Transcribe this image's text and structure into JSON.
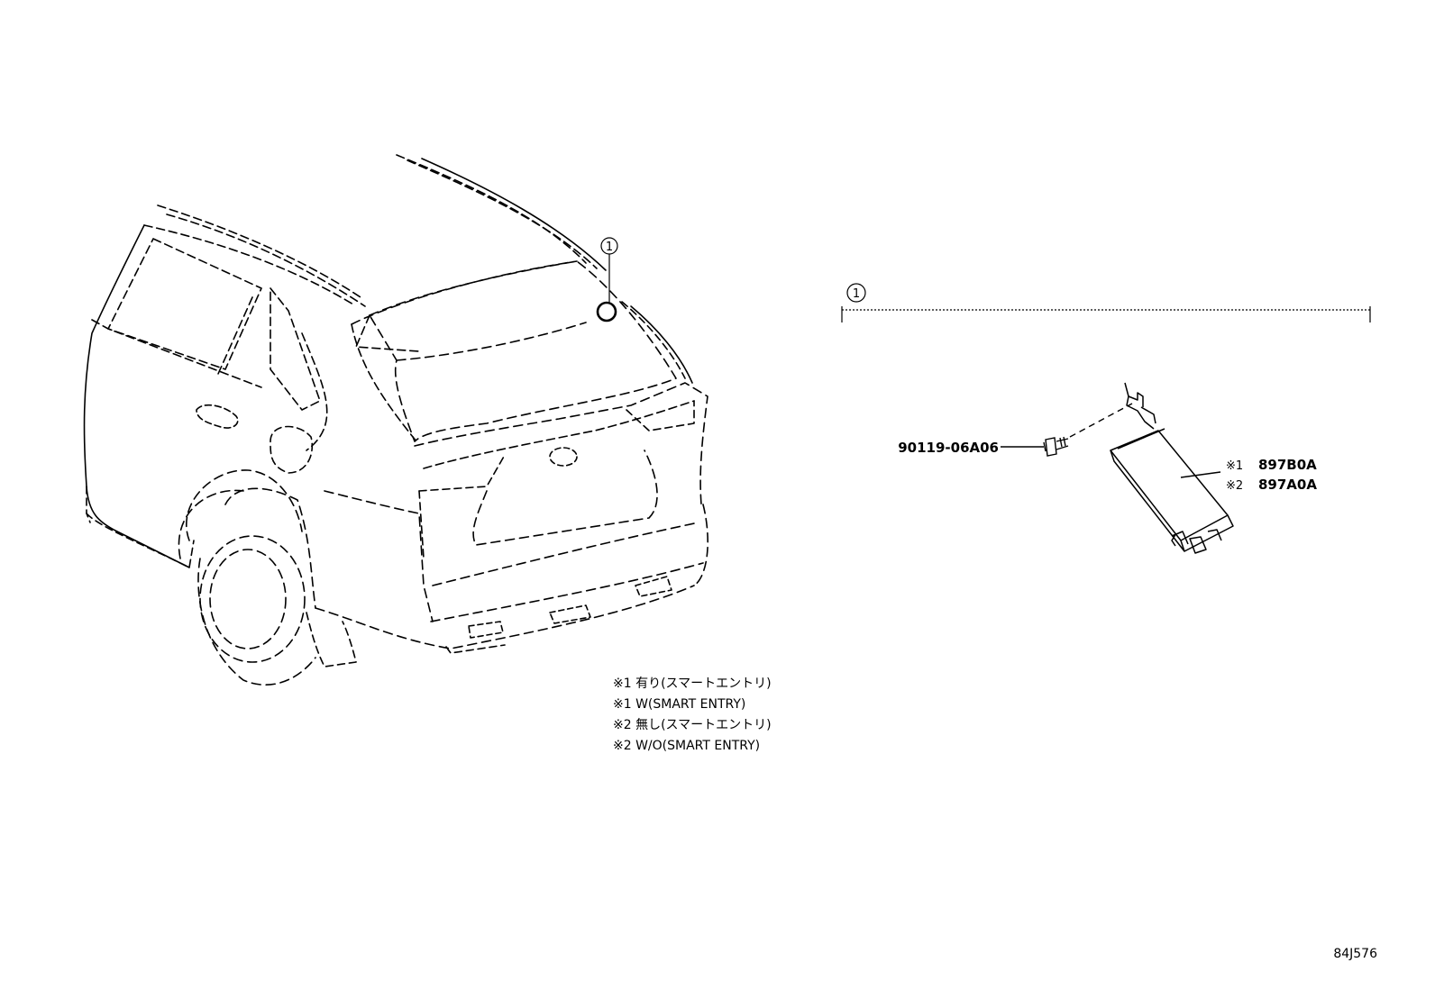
{
  "callouts": {
    "vehicle": "1",
    "group": "1"
  },
  "parts": {
    "bolt": "90119-06A06",
    "module_row1_marker": "※1",
    "module_row1_number": "897B0A",
    "module_row2_marker": "※2",
    "module_row2_number": "897A0A"
  },
  "notes": [
    "※1 有り(スマートエントリ)",
    "※1 W(SMART ENTRY)",
    "※2 無し(スマートエントリ)",
    "※2 W/O(SMART ENTRY)"
  ],
  "illustration_code": "84J576",
  "colors": {
    "line": "#000000",
    "background": "#ffffff"
  }
}
